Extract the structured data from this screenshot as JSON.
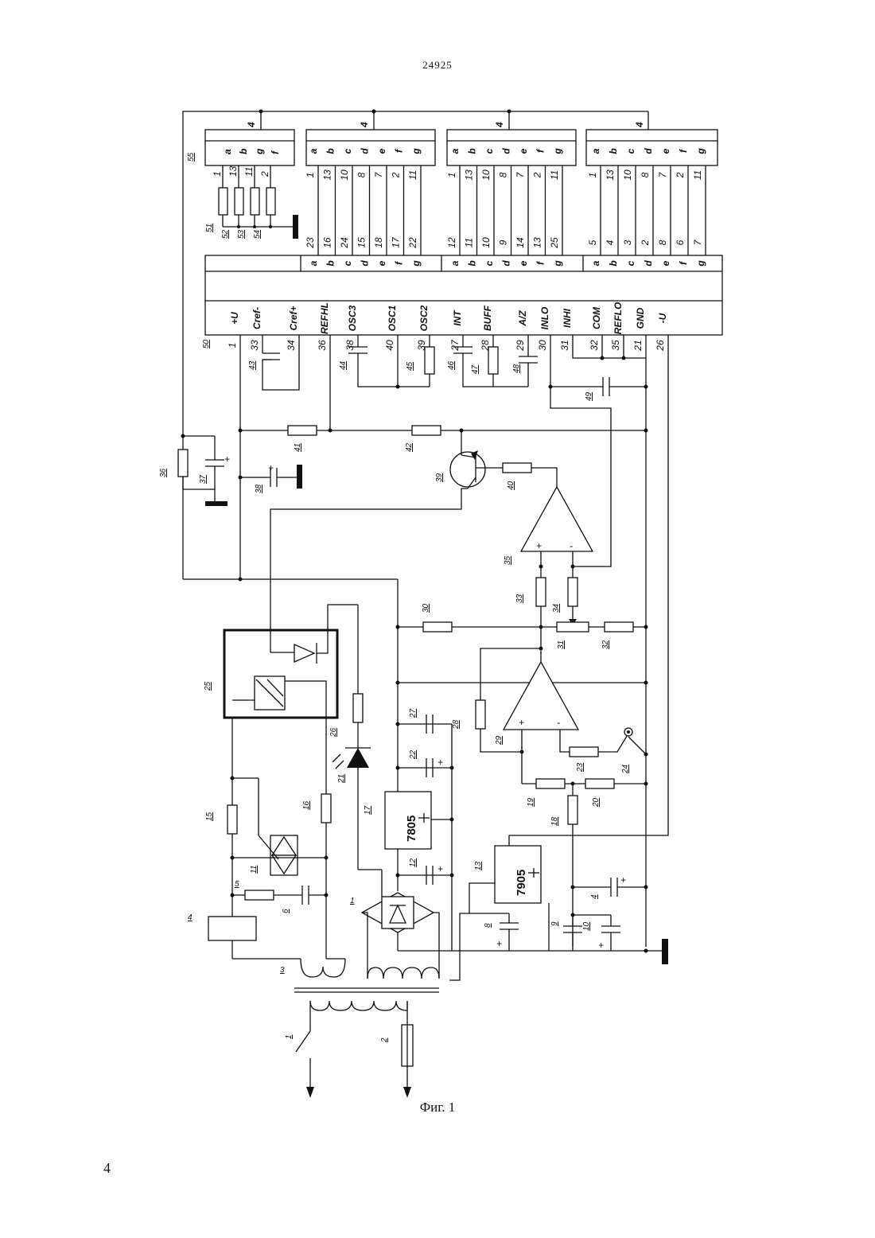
{
  "header": {
    "page_code": "24925"
  },
  "footer": {
    "page_number": "4"
  },
  "caption": {
    "text": "Фиг. 1"
  },
  "displays": [
    {
      "ref": "55",
      "digits": "4",
      "segments": [
        "a",
        "b",
        "g",
        "f"
      ],
      "pins": [
        "1",
        "13",
        "11",
        "2"
      ]
    },
    {
      "digits": "4",
      "segments": [
        "a",
        "b",
        "c",
        "d",
        "e",
        "f",
        "g"
      ],
      "pins": [
        "1",
        "13",
        "10",
        "8",
        "7",
        "2",
        "11"
      ]
    },
    {
      "digits": "4",
      "segments": [
        "a",
        "b",
        "c",
        "d",
        "e",
        "f",
        "g"
      ],
      "pins": [
        "1",
        "13",
        "10",
        "8",
        "7",
        "2",
        "11"
      ]
    },
    {
      "digits": "4",
      "segments": [
        "a",
        "b",
        "c",
        "d",
        "e",
        "f",
        "g"
      ],
      "pins": [
        "1",
        "13",
        "10",
        "8",
        "7",
        "2",
        "11"
      ]
    }
  ],
  "adc": {
    "ref": "50",
    "group_pins": [
      [
        "23",
        "16",
        "24",
        "15",
        "18",
        "17",
        "22"
      ],
      [
        "12",
        "11",
        "10",
        "9",
        "14",
        "13",
        "25"
      ],
      [
        "5",
        "4",
        "3",
        "2",
        "8",
        "6",
        "7"
      ]
    ],
    "segment_labels": [
      "a",
      "b",
      "c",
      "d",
      "e",
      "f",
      "g"
    ],
    "signals": [
      "+U",
      "Cref-",
      "Cref+",
      "REFHL",
      "OSC3",
      "OSC1",
      "OSC2",
      "INT",
      "BUFF",
      "A/Z",
      "INLO",
      "INHI",
      "COM",
      "REFLO",
      "GND",
      "-U"
    ],
    "pins": [
      "1",
      "33",
      "34",
      "36",
      "38",
      "40",
      "39",
      "27",
      "28",
      "29",
      "30",
      "31",
      "32",
      "35",
      "21",
      "26"
    ]
  },
  "components": {
    "r51": "51",
    "r52": "52",
    "r53": "53",
    "r54": "54",
    "c43": "43",
    "c44": "44",
    "r45": "45",
    "c46": "46",
    "r47": "47",
    "c48": "48",
    "c49": "49",
    "r36": "36",
    "c37": "37",
    "c38": "38",
    "r41": "41",
    "r42": "42",
    "t39": "39",
    "r40": "40",
    "op35": "35",
    "r33": "33",
    "r34": "34",
    "r30": "30",
    "r31": "31",
    "r32": "32",
    "opt25": "25",
    "r26": "26",
    "c27": "27",
    "r28": "28",
    "op29": "29",
    "r23": "23",
    "s24": "24",
    "d21": "21",
    "c22": "22",
    "r19": "19",
    "r20": "20",
    "r18": "18",
    "u17": "17",
    "r16": "16",
    "r15": "15",
    "tr11": "11",
    "c12": "12",
    "u13": "13",
    "c14": "4",
    "r5": "5",
    "c6": "6",
    "k4": "4",
    "br1": "1",
    "c8": "8",
    "c9": "9",
    "c10": "10",
    "tr3": "3",
    "sw1": "1",
    "f2": "2"
  },
  "regulators": {
    "pos": "7805",
    "neg": "7905"
  }
}
